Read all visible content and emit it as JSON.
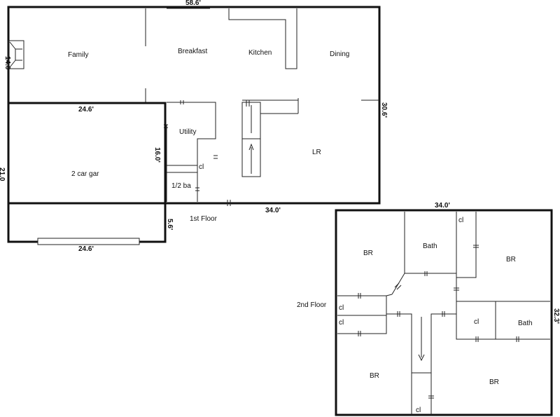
{
  "first_floor": {
    "label": "1st Floor",
    "dim_top": "58.6'",
    "dim_left": "14.0",
    "dim_right": "30.6'",
    "dim_bottom": "34.0'",
    "rooms": {
      "family": "Family",
      "breakfast": "Breakfast",
      "kitchen": "Kitchen",
      "dining": "Dining",
      "utility": "Utility",
      "lr": "LR",
      "half_bath": "1/2 ba",
      "closet": "cl"
    },
    "dim_utility": "16.0'"
  },
  "garage": {
    "label": "2 car gar",
    "dim_top": "24.6'",
    "dim_bottom": "24.6'",
    "dim_left": "21.0",
    "dim_right": "5.6'"
  },
  "second_floor": {
    "label": "2nd Floor",
    "dim_top": "34.0'",
    "dim_right": "32.3'",
    "rooms": {
      "br_top_left": "BR",
      "bath_top": "Bath",
      "br_top_right": "BR",
      "bath_right": "Bath",
      "br_bottom_left": "BR",
      "br_bottom_right": "BR"
    },
    "closets": {
      "top": "cl",
      "left_1": "cl",
      "left_2": "cl",
      "right": "cl",
      "bottom": "cl"
    }
  }
}
